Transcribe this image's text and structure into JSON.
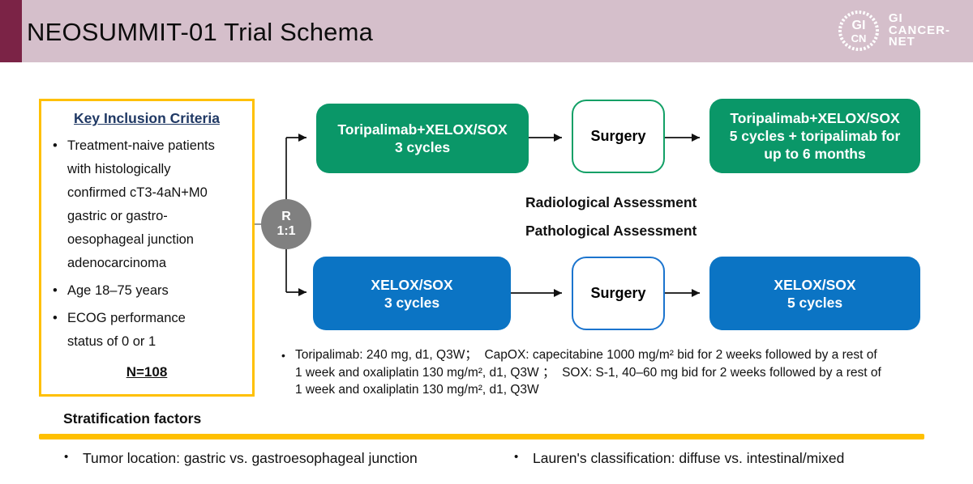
{
  "header": {
    "title": "NEOSUMMIT-01 Trial Schema",
    "logo": {
      "monogram_top": "GI",
      "monogram_bottom": "CN",
      "name_line1": "GI",
      "name_line2": "CANCER-",
      "name_line3": "NET"
    }
  },
  "colors": {
    "header_background": "#D5BFCB",
    "header_bar_maroon": "#7B2346",
    "accent_gold": "#FFC000",
    "arm_green": "#0A9768",
    "arm_blue": "#0B74C4",
    "randomization_gray": "#808080",
    "criteria_title_navy": "#1F3864"
  },
  "inclusion_box": {
    "title": "Key Inclusion Criteria",
    "bullets": [
      {
        "lines": [
          "Treatment-naive patients",
          "with histologically",
          "confirmed cT3-4aN+M0",
          "gastric or gastro-",
          "oesophageal junction",
          "adenocarcinoma"
        ]
      },
      {
        "lines": [
          "Age 18–75 years"
        ]
      },
      {
        "lines": [
          "ECOG performance",
          "status of 0 or 1"
        ]
      }
    ],
    "n_label": "N=108"
  },
  "randomization": {
    "line1": "R",
    "line2": "1:1"
  },
  "arms": {
    "top": {
      "induction": [
        "Toripalimab+XELOX/SOX",
        "3 cycles"
      ],
      "surgery": "Surgery",
      "adjuvant": [
        "Toripalimab+XELOX/SOX",
        "5 cycles + toripalimab for",
        "up to 6 months"
      ]
    },
    "bottom": {
      "induction": [
        "XELOX/SOX",
        "3 cycles"
      ],
      "surgery": "Surgery",
      "adjuvant": [
        "XELOX/SOX",
        "5 cycles"
      ]
    }
  },
  "assessments": [
    "Radiological Assessment",
    "Pathological Assessment"
  ],
  "footnote": {
    "lines": [
      "Toripalimab: 240 mg, d1, Q3W；  CapOX: capecitabine 1000 mg/m² bid for 2 weeks followed by a rest of",
      "1 week and oxaliplatin 130 mg/m², d1, Q3W ；  SOX: S-1, 40–60 mg bid for 2 weeks followed by a rest of",
      "1 week and oxaliplatin 130 mg/m², d1, Q3W"
    ]
  },
  "stratification": {
    "title": "Stratification factors",
    "bullets": [
      "Tumor location: gastric vs. gastroesophageal junction",
      "Lauren's classification: diffuse vs. intestinal/mixed"
    ]
  }
}
